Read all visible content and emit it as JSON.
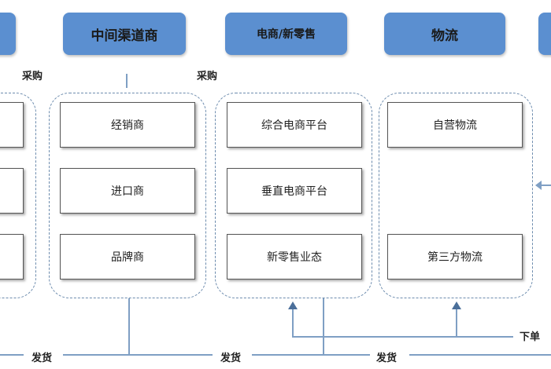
{
  "headers": {
    "channel": "中间渠道商",
    "ecommerce": "电商/新零售",
    "logistics": "物流"
  },
  "labels": {
    "purchase_1": "采购",
    "purchase_2": "采购",
    "ship_1": "发货",
    "ship_2": "发货",
    "ship_3": "发货",
    "order": "下单"
  },
  "channel_items": [
    "经销商",
    "进口商",
    "品牌商"
  ],
  "ecommerce_items": [
    "综合电商平台",
    "垂直电商平台",
    "新零售业态"
  ],
  "logistics_items": [
    "自营物流",
    "第三方物流"
  ],
  "colors": {
    "header": "#5b8fd0",
    "dashed_border": "#6d8cae",
    "line": "#7f9fc4"
  }
}
